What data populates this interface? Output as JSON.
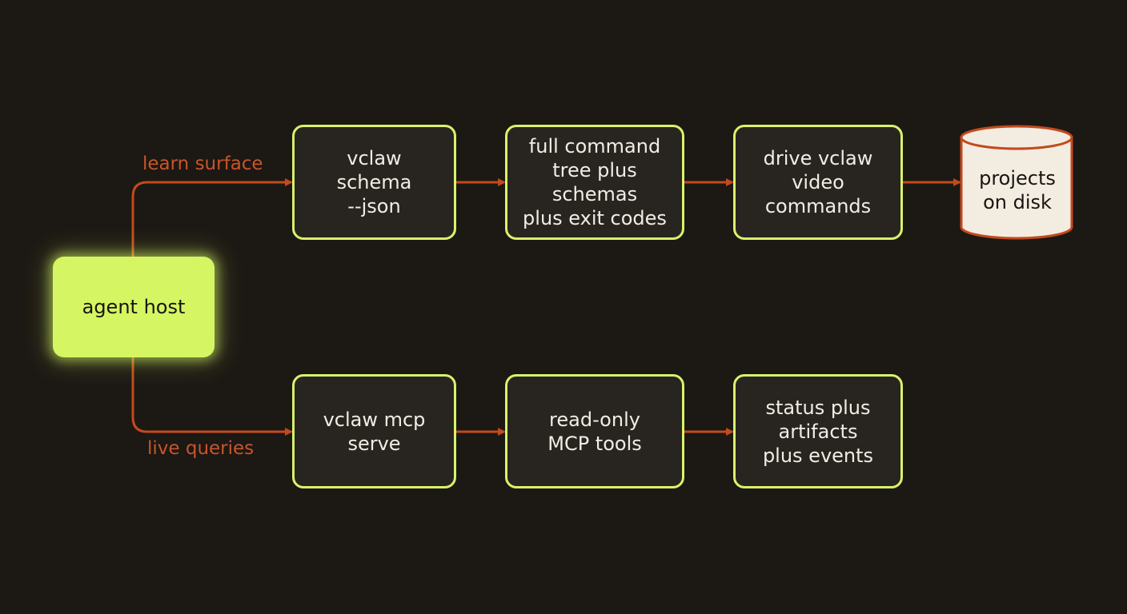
{
  "host": {
    "label": "agent host"
  },
  "edges": {
    "learn_label": "learn surface",
    "live_label": "live queries"
  },
  "top_row": [
    {
      "label": "vclaw\nschema\n--json"
    },
    {
      "label": "full command\ntree plus schemas\nplus exit codes"
    },
    {
      "label": "drive vclaw\nvideo\ncommands"
    }
  ],
  "bottom_row": [
    {
      "label": "vclaw mcp\nserve"
    },
    {
      "label": "read-only\nMCP tools"
    },
    {
      "label": "status plus\nartifacts\nplus events"
    }
  ],
  "storage": {
    "label": "projects\non disk"
  },
  "colors": {
    "background": "#1c1814",
    "node_border": "#d9f26a",
    "node_fill": "#282520",
    "host_fill": "#d5f562",
    "arrow": "#c24a1e",
    "label": "#c8552a",
    "db_fill": "#f3ece1",
    "db_border": "#c24a1e"
  }
}
